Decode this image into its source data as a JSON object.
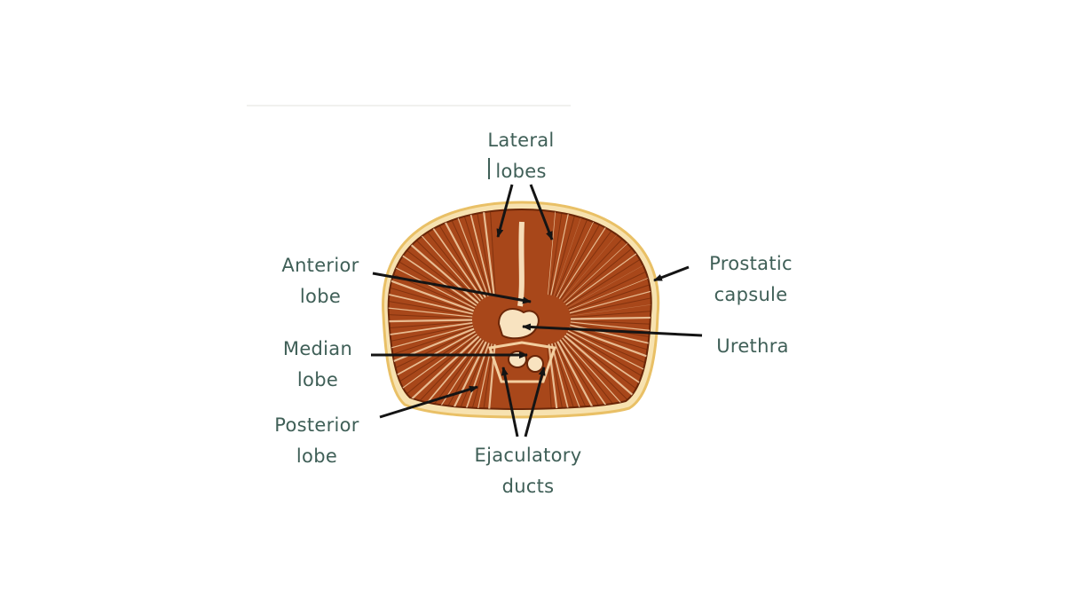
{
  "diagram": {
    "colors": {
      "label": "#3f5f57",
      "arrow": "#141414",
      "tissue": "#a8471a",
      "tissue_dark": "#6a2608",
      "tissue_light": "#f4d2a8",
      "capsule": "#f2d27e"
    },
    "labels": {
      "lateral_lobes": [
        "Lateral",
        "lobes"
      ],
      "anterior_lobe": [
        "Anterior",
        "lobe"
      ],
      "median_lobe": [
        "Median",
        "lobe"
      ],
      "posterior_lobe": [
        "Posterior",
        "lobe"
      ],
      "ejaculatory_ducts": [
        "Ejaculatory",
        "ducts"
      ],
      "prostatic_capsule": [
        "Prostatic",
        "capsule"
      ],
      "urethra": [
        "Urethra"
      ]
    }
  }
}
